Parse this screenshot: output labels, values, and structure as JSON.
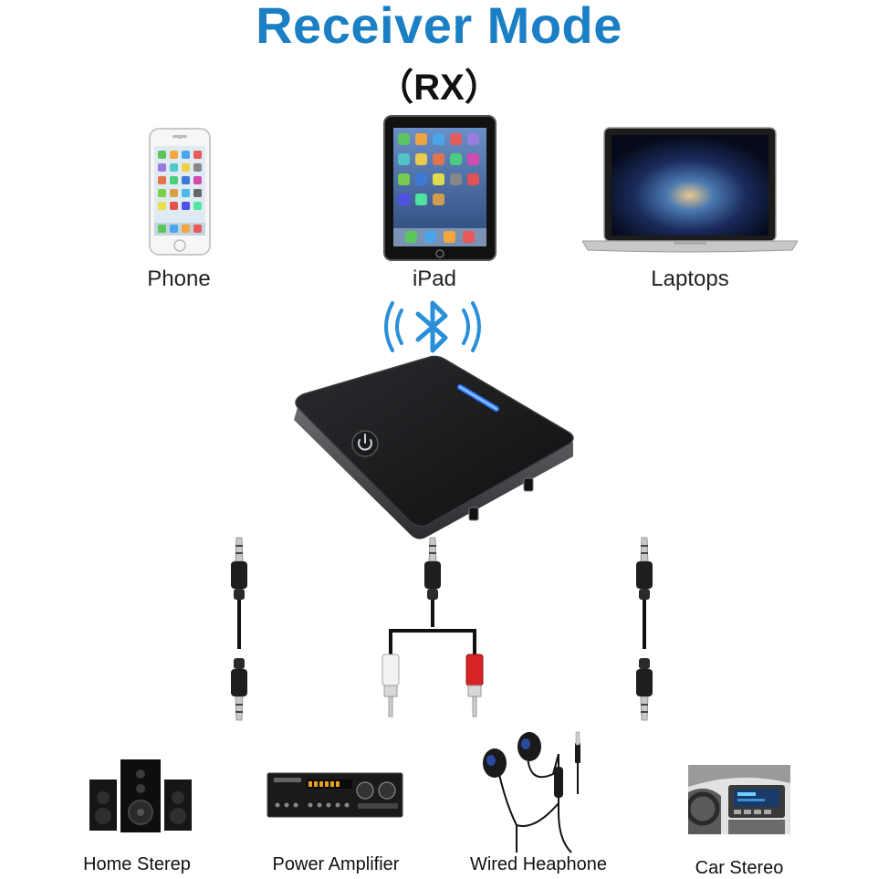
{
  "title": "Receiver Mode",
  "subtitle": "（RX）",
  "sources": {
    "phone": "Phone",
    "ipad": "iPad",
    "laptops": "Laptops"
  },
  "outputs": {
    "home_stereo": "Home Sterep",
    "power_amplifier": "Power Amplifier",
    "wired_headphone": "Wired Heaphone",
    "car_stereo": "Car Stereo"
  },
  "colors": {
    "title_blue": "#1a7fc4",
    "bluetooth_blue": "#2a8fd8",
    "device_black": "#1b1c1e",
    "led_blue": "#2f7dff"
  },
  "icons": [
    "bluetooth-icon",
    "power-icon"
  ]
}
